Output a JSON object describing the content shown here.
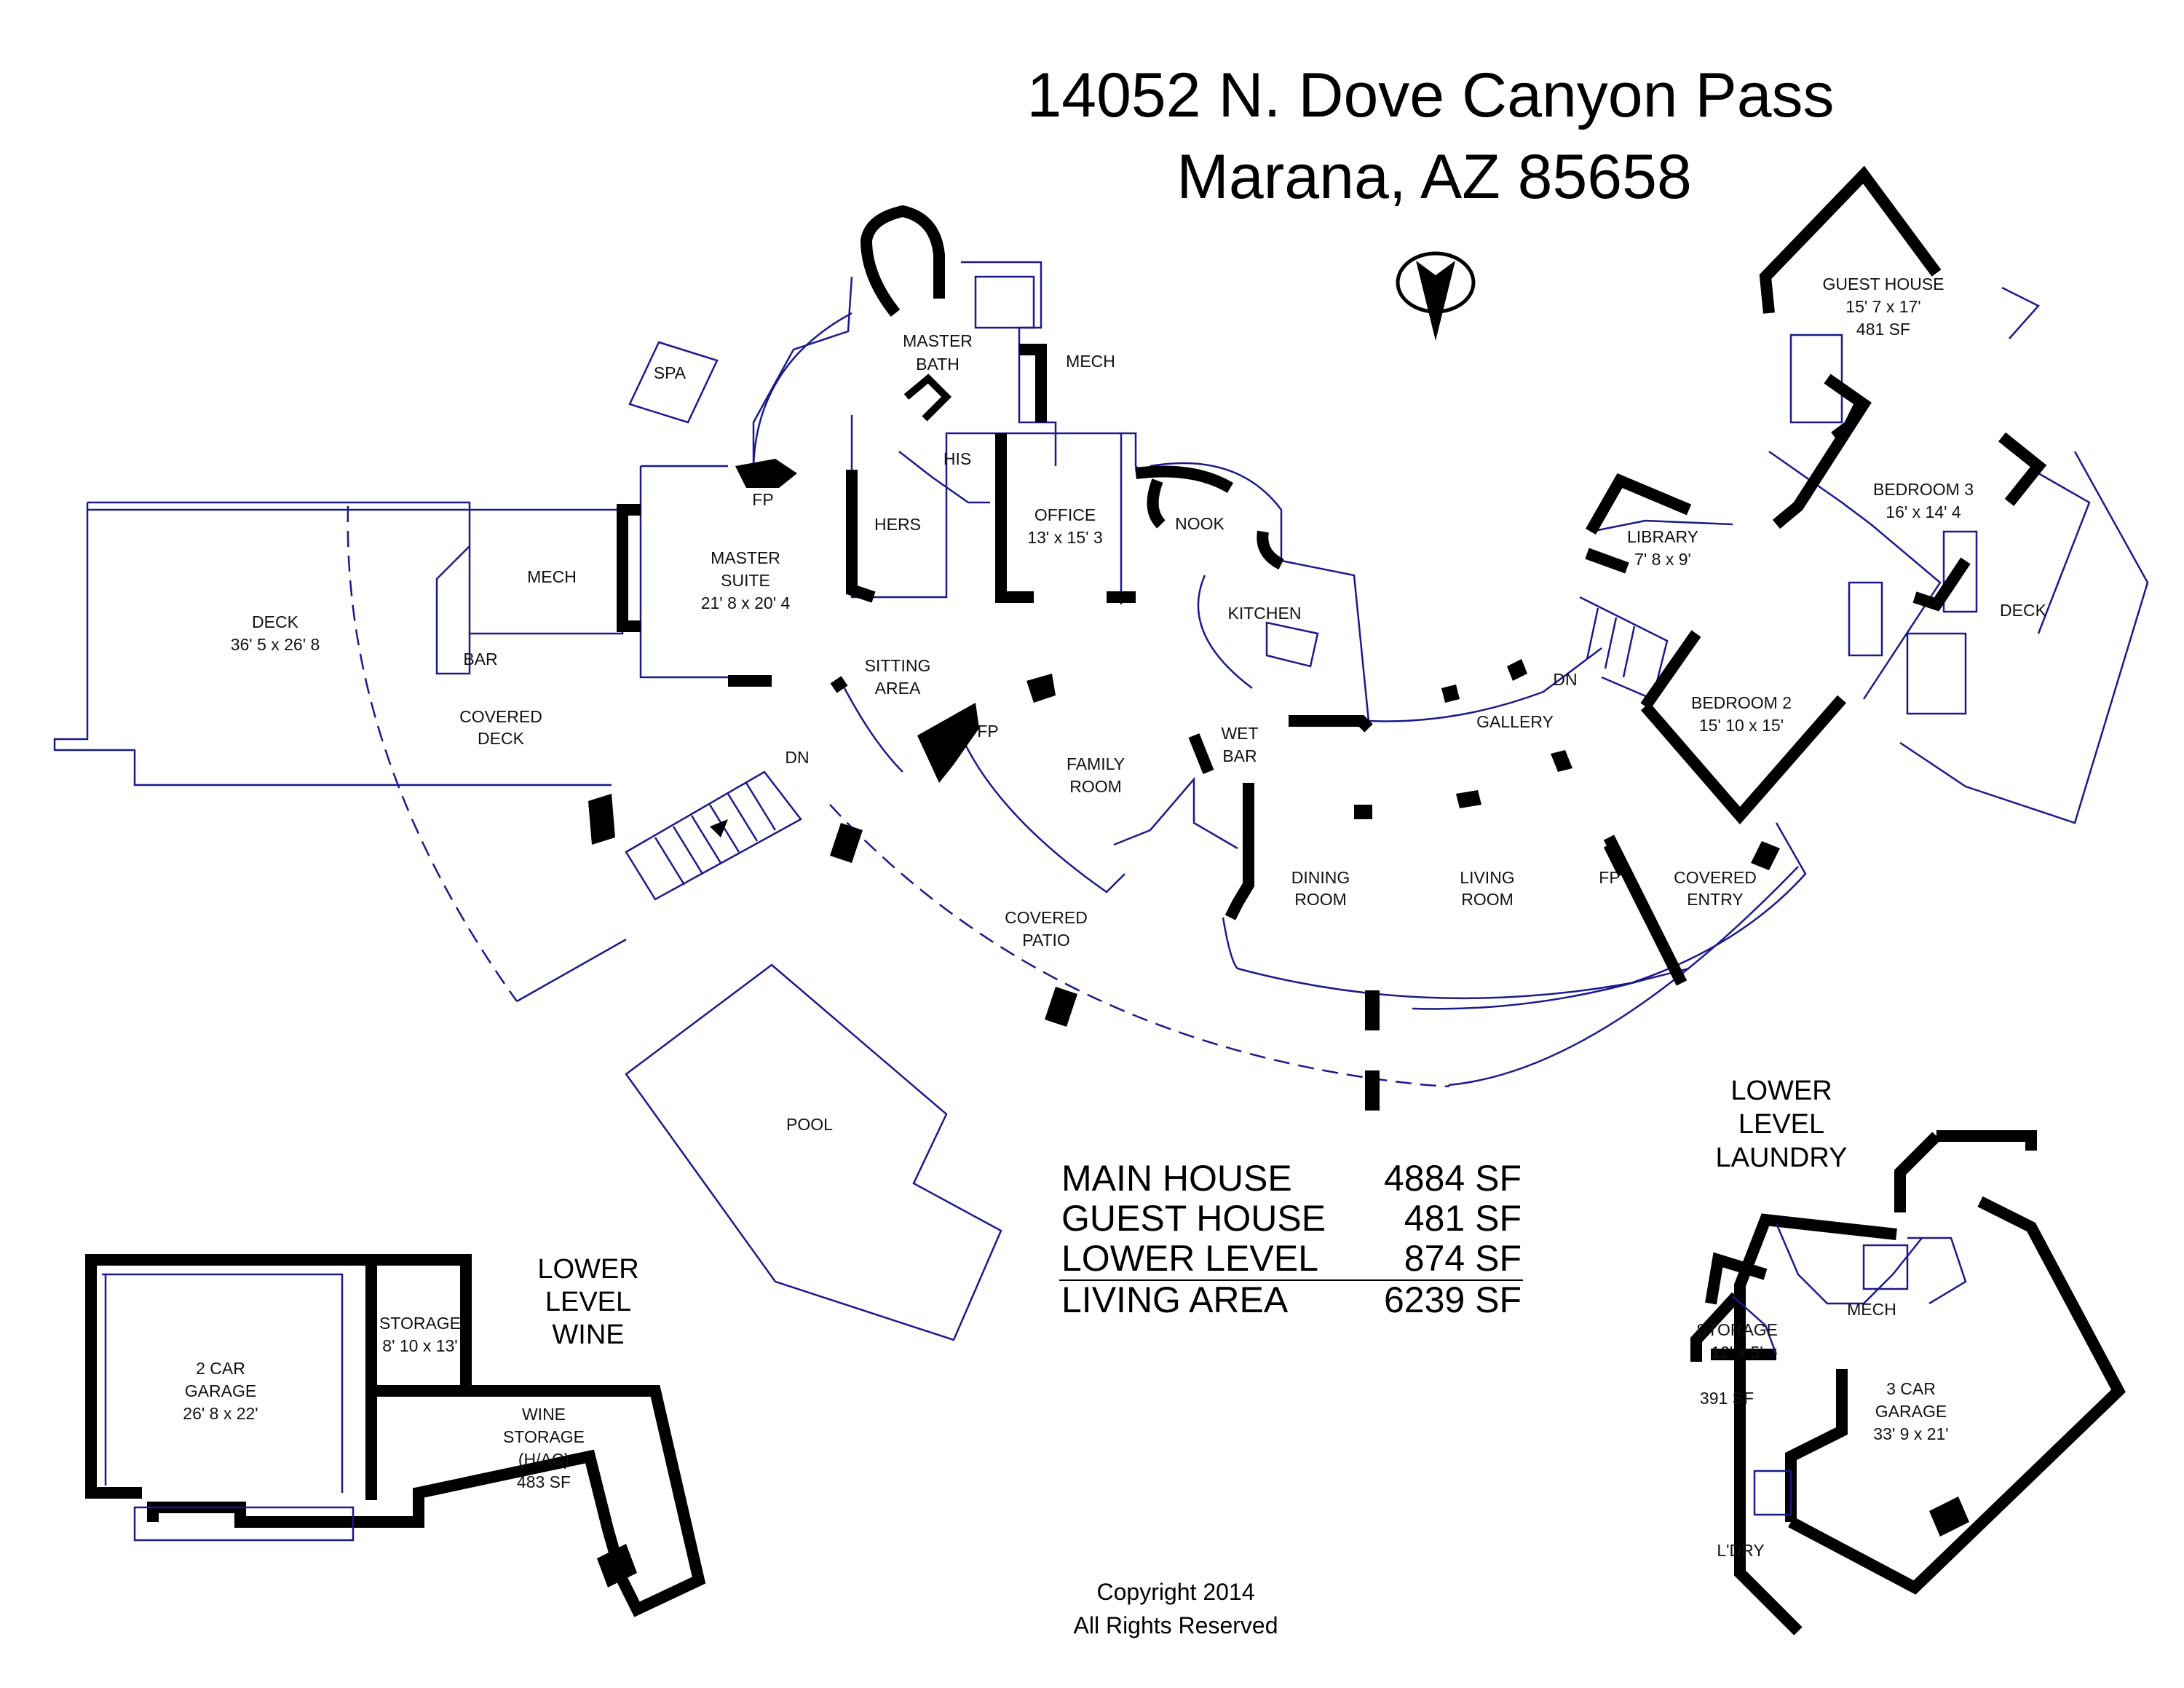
{
  "header": {
    "address_line1": "14052 N. Dove Canyon Pass",
    "address_line2": "Marana, AZ  85658"
  },
  "rooms": {
    "master_bath": [
      "MASTER",
      "BATH"
    ],
    "mech_bath": "MECH",
    "his": "HIS",
    "hers": "HERS",
    "spa": "SPA",
    "fp_master": "FP",
    "master_suite": [
      "MASTER",
      "SUITE",
      "21' 8 x 20' 4"
    ],
    "office": [
      "OFFICE",
      "13' x 15' 3"
    ],
    "nook": "NOOK",
    "kitchen": "KITCHEN",
    "mech_deck": "MECH",
    "deck_main": [
      "DECK",
      "36' 5 x 26' 8"
    ],
    "bar": "BAR",
    "covered_deck": [
      "COVERED",
      "DECK"
    ],
    "sitting_area": [
      "SITTING",
      "AREA"
    ],
    "fp_sitting": "FP",
    "family_room": [
      "FAMILY",
      "ROOM"
    ],
    "wet_bar": [
      "WET",
      "BAR"
    ],
    "dn_stair": "DN",
    "covered_patio": [
      "COVERED",
      "PATIO"
    ],
    "dining_room": [
      "DINING",
      "ROOM"
    ],
    "living_room": [
      "LIVING",
      "ROOM"
    ],
    "gallery": "GALLERY",
    "dn_gallery": "DN",
    "library": [
      "LIBRARY",
      "7' 8 x 9'"
    ],
    "bedroom2": [
      "BEDROOM 2",
      "15' 10 x 15'"
    ],
    "bedroom3": [
      "BEDROOM 3",
      "16' x 14' 4"
    ],
    "guest_house": [
      "GUEST HOUSE",
      "15' 7 x 17'",
      "481 SF"
    ],
    "deck_guest": "DECK",
    "fp_entry": "FP",
    "covered_entry": [
      "COVERED",
      "ENTRY"
    ],
    "pool": "POOL"
  },
  "lower_wine": {
    "heading": [
      "LOWER",
      "LEVEL",
      "WINE"
    ],
    "garage2": [
      "2 CAR",
      "GARAGE",
      "26' 8 x 22'"
    ],
    "storage": [
      "STORAGE",
      "8' 10 x 13'"
    ],
    "wine": [
      "WINE",
      "STORAGE",
      "(H/AC)",
      "483 SF"
    ]
  },
  "lower_laundry": {
    "heading": [
      "LOWER",
      "LEVEL",
      "LAUNDRY"
    ],
    "storage": [
      "STORAGE",
      "12' x 5'"
    ],
    "mech": "MECH",
    "area": "391 SF",
    "garage3": [
      "3 CAR",
      "GARAGE",
      "33' 9 x 21'"
    ],
    "laundry": "L'DRY"
  },
  "area_table": [
    {
      "label": "MAIN HOUSE",
      "value": "4884 SF"
    },
    {
      "label": "GUEST HOUSE",
      "value": "481 SF"
    },
    {
      "label": "LOWER LEVEL",
      "value": "874 SF"
    },
    {
      "label": "LIVING AREA",
      "value": "6239 SF"
    }
  ],
  "footer": {
    "copyright": "Copyright 2014",
    "rights": "All Rights Reserved"
  },
  "colors": {
    "line": "#1a1a8c",
    "wall": "#000000"
  },
  "north_arrow_icon": "north-arrow-icon"
}
